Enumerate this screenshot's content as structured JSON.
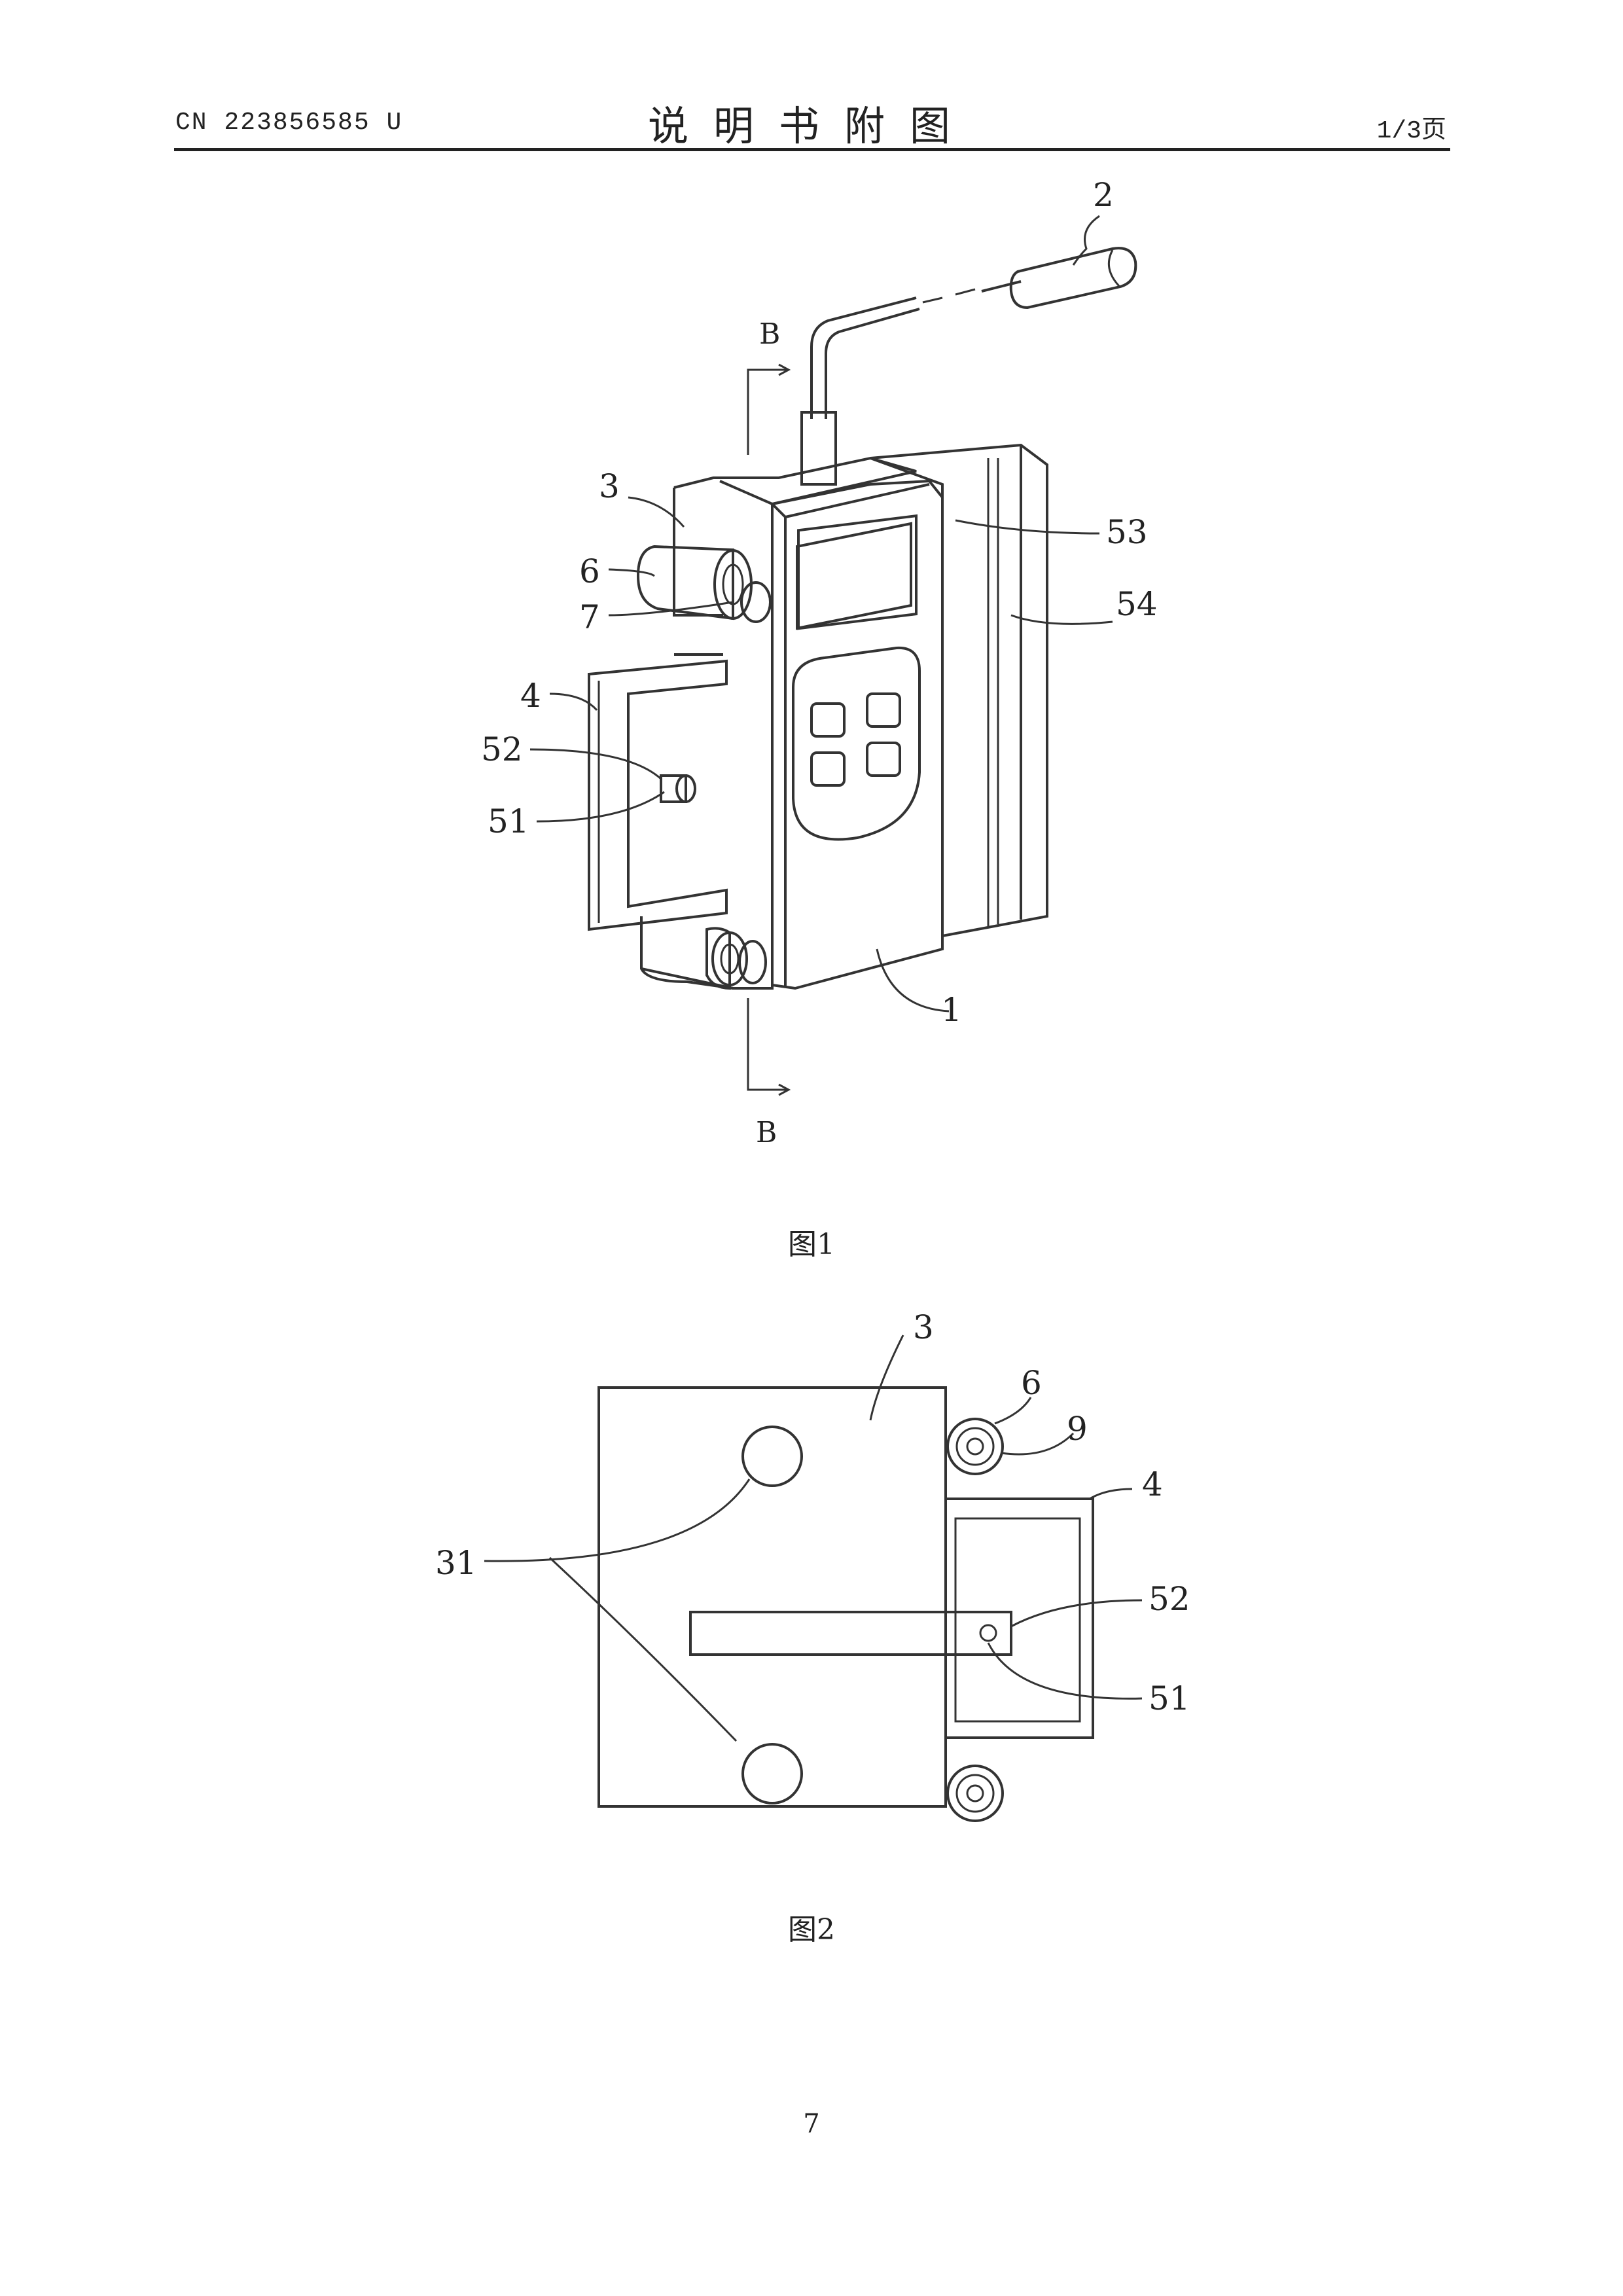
{
  "header": {
    "doc_number": "CN 223856585 U",
    "title": "说明书附图",
    "page_of": "1/3页"
  },
  "figure1": {
    "caption": "图1",
    "section_marks": [
      "B",
      "B"
    ],
    "labels": {
      "l1": "1",
      "l2": "2",
      "l3": "3",
      "l4": "4",
      "l6": "6",
      "l7": "7",
      "l51": "51",
      "l52": "52",
      "l53": "53",
      "l54": "54"
    }
  },
  "figure2": {
    "caption": "图2",
    "labels": {
      "l3": "3",
      "l4": "4",
      "l6": "6",
      "l9": "9",
      "l31": "31",
      "l51": "51",
      "l52": "52"
    }
  },
  "footer": {
    "page_number": "7"
  }
}
